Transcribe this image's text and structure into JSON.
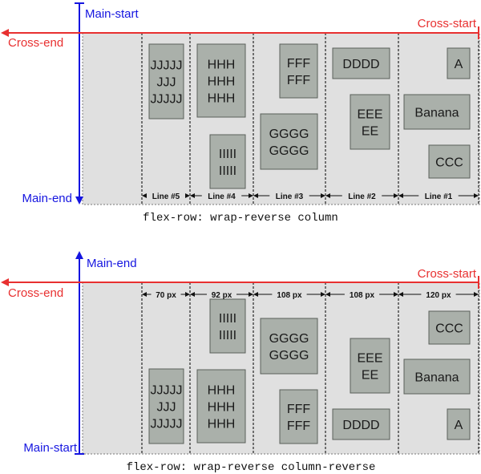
{
  "colors": {
    "main_axis": "#1515e0",
    "cross_axis": "#e83030",
    "container_bg": "#e0e0e0",
    "item_bg": "#aab0aa",
    "item_border": "#5a5f5a",
    "line_divider": "#333333",
    "caption": "#111111"
  },
  "diagrams": [
    {
      "caption": "flex-row: wrap-reverse column",
      "main_top_label": "Main-start",
      "main_bottom_label": "Main-end",
      "cross_start_label": "Cross-start",
      "cross_end_label": "Cross-end",
      "line_labels": [
        "Line #5",
        "Line #4",
        "Line #3",
        "Line #2",
        "Line #1"
      ],
      "items": [
        {
          "label": "JJJJJ\nJJJ\nJJJJJ",
          "line": 0
        },
        {
          "label": "HHH\nHHH\nHHH",
          "line": 1
        },
        {
          "label": "IIIII\nIIIII",
          "line": 1
        },
        {
          "label": "FFF\nFFF",
          "line": 2
        },
        {
          "label": "GGGG\nGGGG",
          "line": 2
        },
        {
          "label": "DDDD",
          "line": 3
        },
        {
          "label": "EEE\nEE",
          "line": 3
        },
        {
          "label": "A",
          "line": 4
        },
        {
          "label": "Banana",
          "line": 4
        },
        {
          "label": "CCC",
          "line": 4
        }
      ]
    },
    {
      "caption": "flex-row: wrap-reverse column-reverse",
      "main_top_label": "Main-end",
      "main_bottom_label": "Main-start",
      "cross_start_label": "Cross-start",
      "cross_end_label": "Cross-end",
      "line_labels": [
        "70 px",
        "92 px",
        "108 px",
        "108 px",
        "120 px"
      ],
      "items": [
        {
          "label": "JJJJJ\nJJJ\nJJJJJ",
          "line": 0
        },
        {
          "label": "IIIII\nIIIII",
          "line": 1
        },
        {
          "label": "HHH\nHHH\nHHH",
          "line": 1
        },
        {
          "label": "GGGG\nGGGG",
          "line": 2
        },
        {
          "label": "FFF\nFFF",
          "line": 2
        },
        {
          "label": "EEE\nEE",
          "line": 3
        },
        {
          "label": "DDDD",
          "line": 3
        },
        {
          "label": "CCC",
          "line": 4
        },
        {
          "label": "Banana",
          "line": 4
        },
        {
          "label": "A",
          "line": 4
        }
      ]
    }
  ]
}
